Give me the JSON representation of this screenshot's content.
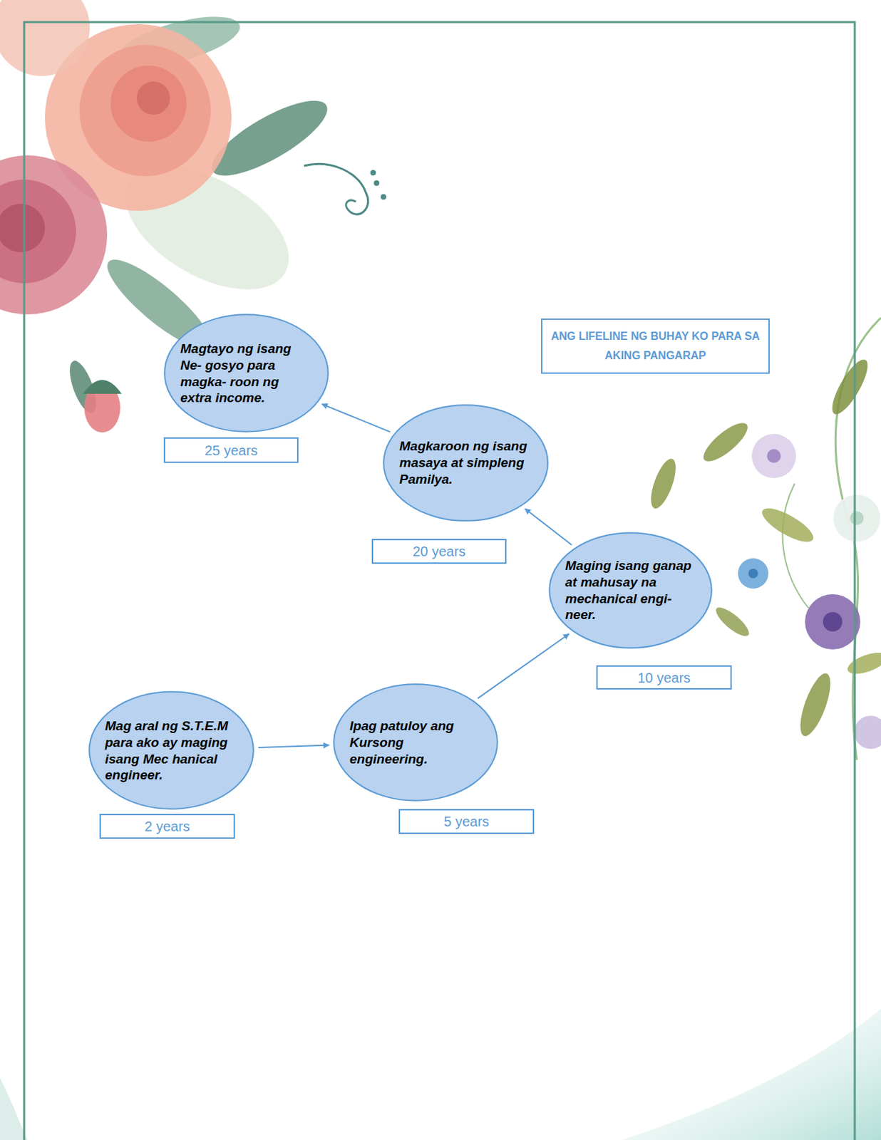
{
  "diagram": {
    "title": "ANG LIFELINE NG BUHAY KO PARA SA AKING PANGARAP",
    "nodes": [
      {
        "text": [
          "Mag aral ng S.T.E.M para ako ay maging isang Mec hanical engineer."
        ]
      },
      {
        "text": [
          "2 years"
        ]
      },
      {
        "text": [
          "Ipag patuloy ang Kursong engineering."
        ]
      },
      {
        "text": [
          "5 years"
        ]
      },
      {
        "text": [
          "Maging isang ganap at mahusay na mechanical engi- neer."
        ]
      },
      {
        "text": [
          "10 years"
        ]
      },
      {
        "text": [
          "Magkaroon ng isang masaya at simpleng Pamilya."
        ]
      },
      {
        "text": [
          "20 years"
        ]
      },
      {
        "text": [
          "Magtayo ng isang Ne- gosyo para magka- roon ng extra income."
        ]
      },
      {
        "text": [
          "25 years"
        ]
      }
    ],
    "edges": [
      {
        "from": 0,
        "to": 2,
        "arrow": "to"
      },
      {
        "from": 2,
        "to": 4,
        "arrow": "to"
      },
      {
        "from": 4,
        "to": 6,
        "arrow": "to"
      },
      {
        "from": 6,
        "to": 8,
        "arrow": "to"
      }
    ]
  }
}
